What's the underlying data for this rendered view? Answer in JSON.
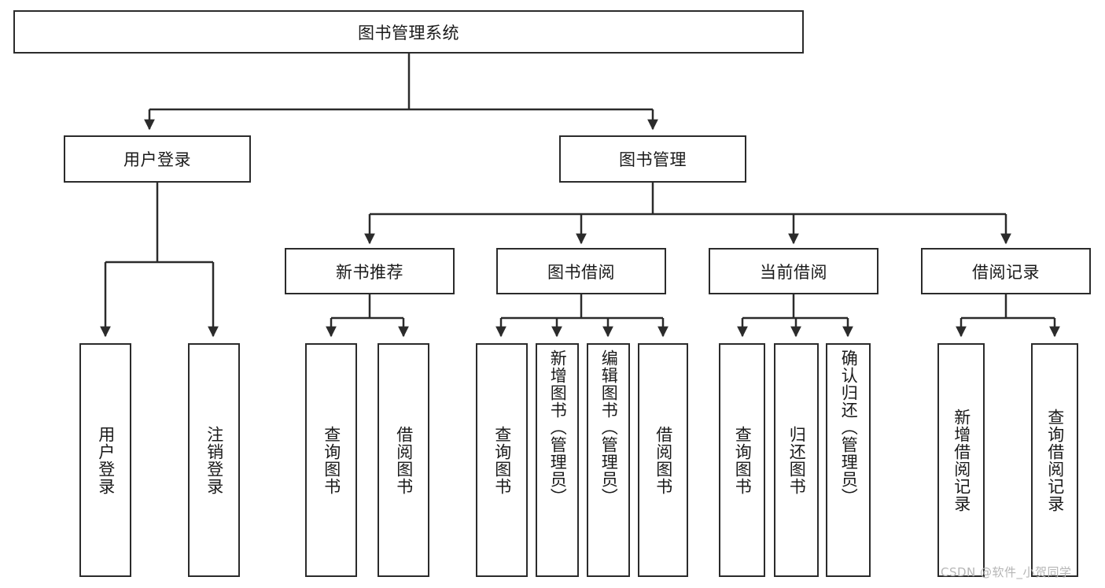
{
  "diagram": {
    "type": "tree-hierarchy",
    "title": "图书管理系统",
    "watermark": "CSDN @软件_小贺同学",
    "colors": {
      "background": "#ffffff",
      "stroke": "#2b2b2b",
      "text": "#1a1a1a",
      "watermark": "#b6b6b6"
    },
    "nodes": {
      "root": {
        "label": "图书管理系统",
        "level": 1,
        "orientation": "horizontal"
      },
      "l2": [
        {
          "id": "user-login",
          "label": "用户登录",
          "level": 2,
          "orientation": "horizontal"
        },
        {
          "id": "book-manage",
          "label": "图书管理",
          "level": 2,
          "orientation": "horizontal"
        }
      ],
      "l3": [
        {
          "id": "new-book-rec",
          "label": "新书推荐",
          "level": 3,
          "orientation": "horizontal"
        },
        {
          "id": "book-borrow",
          "label": "图书借阅",
          "level": 3,
          "orientation": "horizontal"
        },
        {
          "id": "current-borrow",
          "label": "当前借阅",
          "level": 3,
          "orientation": "horizontal"
        },
        {
          "id": "borrow-record",
          "label": "借阅记录",
          "level": 3,
          "orientation": "horizontal"
        }
      ],
      "leaves": [
        {
          "id": "leaf-user-login",
          "label": "用户登录",
          "parent": "user-login",
          "orientation": "vertical"
        },
        {
          "id": "leaf-user-logout",
          "label": "注销登录",
          "parent": "user-login",
          "orientation": "vertical"
        },
        {
          "id": "leaf-query-book-1",
          "label": "查询图书",
          "parent": "new-book-rec",
          "orientation": "vertical"
        },
        {
          "id": "leaf-borrow-book-1",
          "label": "借阅图书",
          "parent": "new-book-rec",
          "orientation": "vertical"
        },
        {
          "id": "leaf-query-book-2",
          "label": "查询图书",
          "parent": "book-borrow",
          "orientation": "vertical"
        },
        {
          "id": "leaf-add-book",
          "label": "新增图书（管理员）",
          "parent": "book-borrow",
          "orientation": "vertical"
        },
        {
          "id": "leaf-edit-book",
          "label": "编辑图书（管理员）",
          "parent": "book-borrow",
          "orientation": "vertical"
        },
        {
          "id": "leaf-borrow-book-2",
          "label": "借阅图书",
          "parent": "book-borrow",
          "orientation": "vertical"
        },
        {
          "id": "leaf-query-book-3",
          "label": "查询图书",
          "parent": "current-borrow",
          "orientation": "vertical"
        },
        {
          "id": "leaf-return-book",
          "label": "归还图书",
          "parent": "current-borrow",
          "orientation": "vertical"
        },
        {
          "id": "leaf-confirm-return",
          "label": "确认归还（管理员）",
          "parent": "current-borrow",
          "orientation": "vertical"
        },
        {
          "id": "leaf-add-record",
          "label": "新增借阅记录",
          "parent": "borrow-record",
          "orientation": "vertical"
        },
        {
          "id": "leaf-query-record",
          "label": "查询借阅记录",
          "parent": "borrow-record",
          "orientation": "vertical"
        }
      ]
    }
  }
}
